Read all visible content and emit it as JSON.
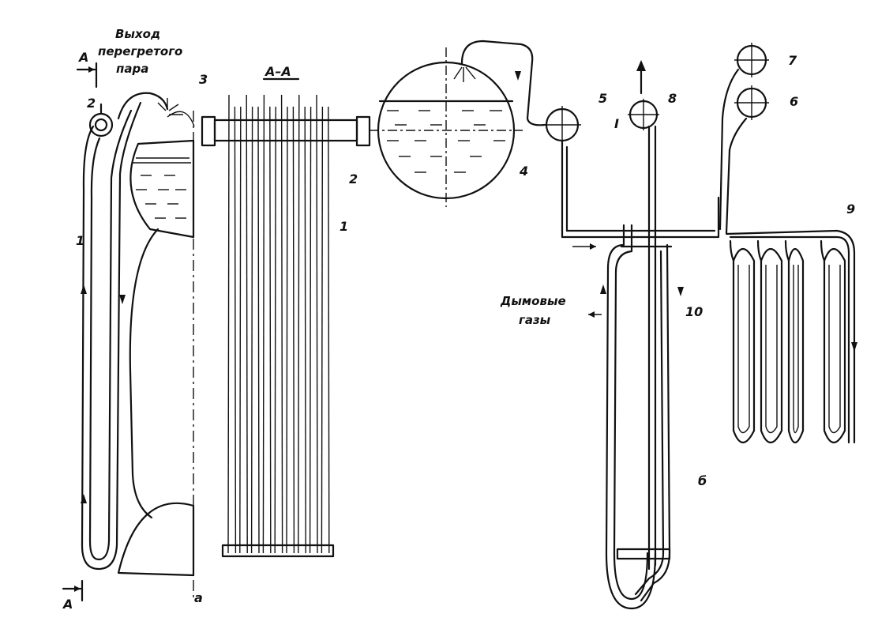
{
  "labels": {
    "steam_outlet_1": "Выход",
    "steam_outlet_2": "перегретого",
    "steam_outlet_3": "пара",
    "section_mark": "А",
    "section_title": "А–А",
    "flue_gases_1": "Дымовые",
    "flue_gases_2": "газы",
    "view_a": "а",
    "view_b": "б"
  },
  "numbers": {
    "n1a": "1",
    "n2a": "2",
    "n3": "3",
    "n1b": "1",
    "n2b": "2",
    "n4": "4",
    "n5": "5",
    "n6": "6",
    "n7": "7",
    "n8": "8",
    "n9": "9",
    "n10": "10",
    "roman": "I"
  }
}
